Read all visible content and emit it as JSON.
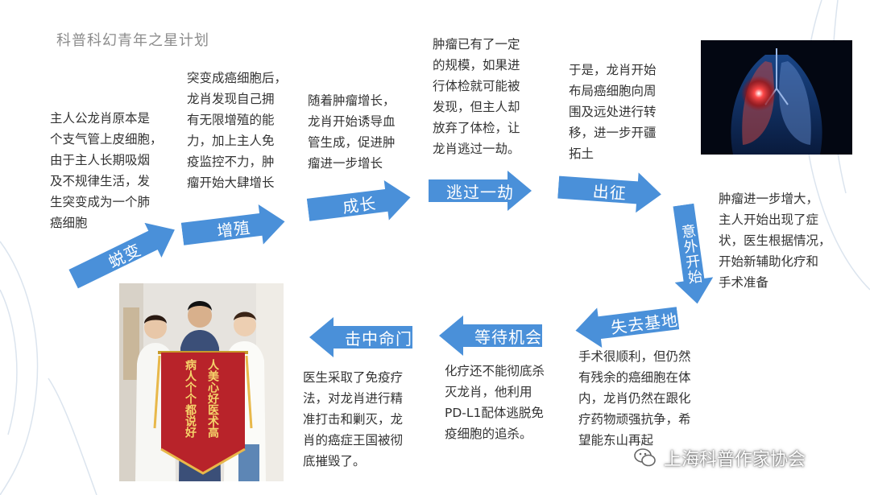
{
  "header": {
    "title": "科普科幻青年之星计划"
  },
  "steps": [
    {
      "label": "蜕变",
      "text": "主人公龙肖原本是\n个支气管上皮细胞，\n由于主人长期吸烟\n及不规律生活，发\n生突变成为一个肺\n癌细胞"
    },
    {
      "label": "增殖",
      "text": "突变成癌细胞后，\n龙肖发现自己拥\n有无限增殖的能\n力，加上主人免\n疫监控不力，肿\n瘤开始大肆增长"
    },
    {
      "label": "成长",
      "text": "随着肿瘤增长，\n龙肖开始诱导血\n管生成，促进肿\n瘤进一步增长"
    },
    {
      "label": "逃过一劫",
      "text": "肿瘤已有了一定\n的规模，如果进\n行体检就可能被\n发现，但主人却\n放弃了体检，让\n龙肖逃过一劫。"
    },
    {
      "label": "出征",
      "text": "于是，龙肖开始\n布局癌细胞向周\n围及远处进行转\n移，进一步开疆\n拓土"
    },
    {
      "label": "意外开始",
      "text": "肿瘤进一步增大，\n主人开始出现了症\n状，医生根据情况，\n开始新辅助化疗和\n手术准备"
    },
    {
      "label": "失去基地",
      "text": "手术很顺利，但仍然\n有残余的癌细胞在体\n内，龙肖仍然在跟化\n疗药物顽强抗争，希\n望能东山再起"
    },
    {
      "label": "等待机会",
      "text": "化疗还不能彻底杀\n灭龙肖，他利用\nPD-L1配体逃脱免\n疫细胞的追杀。"
    },
    {
      "label": "击中命门",
      "text": "医生采取了免疫疗\n法，对龙肖进行精\n准打击和剿灭，龙\n肖的癌症王国被彻\n底摧毁了。"
    }
  ],
  "banner": {
    "line1": "人美心好医术高",
    "line2": "病人个个都说好"
  },
  "watermark": {
    "text": "上海科普作家协会",
    "icon": "wechat-icon"
  },
  "colors": {
    "arrow": "#4a90d9",
    "text": "#333333",
    "title": "#8c8c8c",
    "banner": "#b8232a",
    "banner_text": "#f5d36a"
  }
}
